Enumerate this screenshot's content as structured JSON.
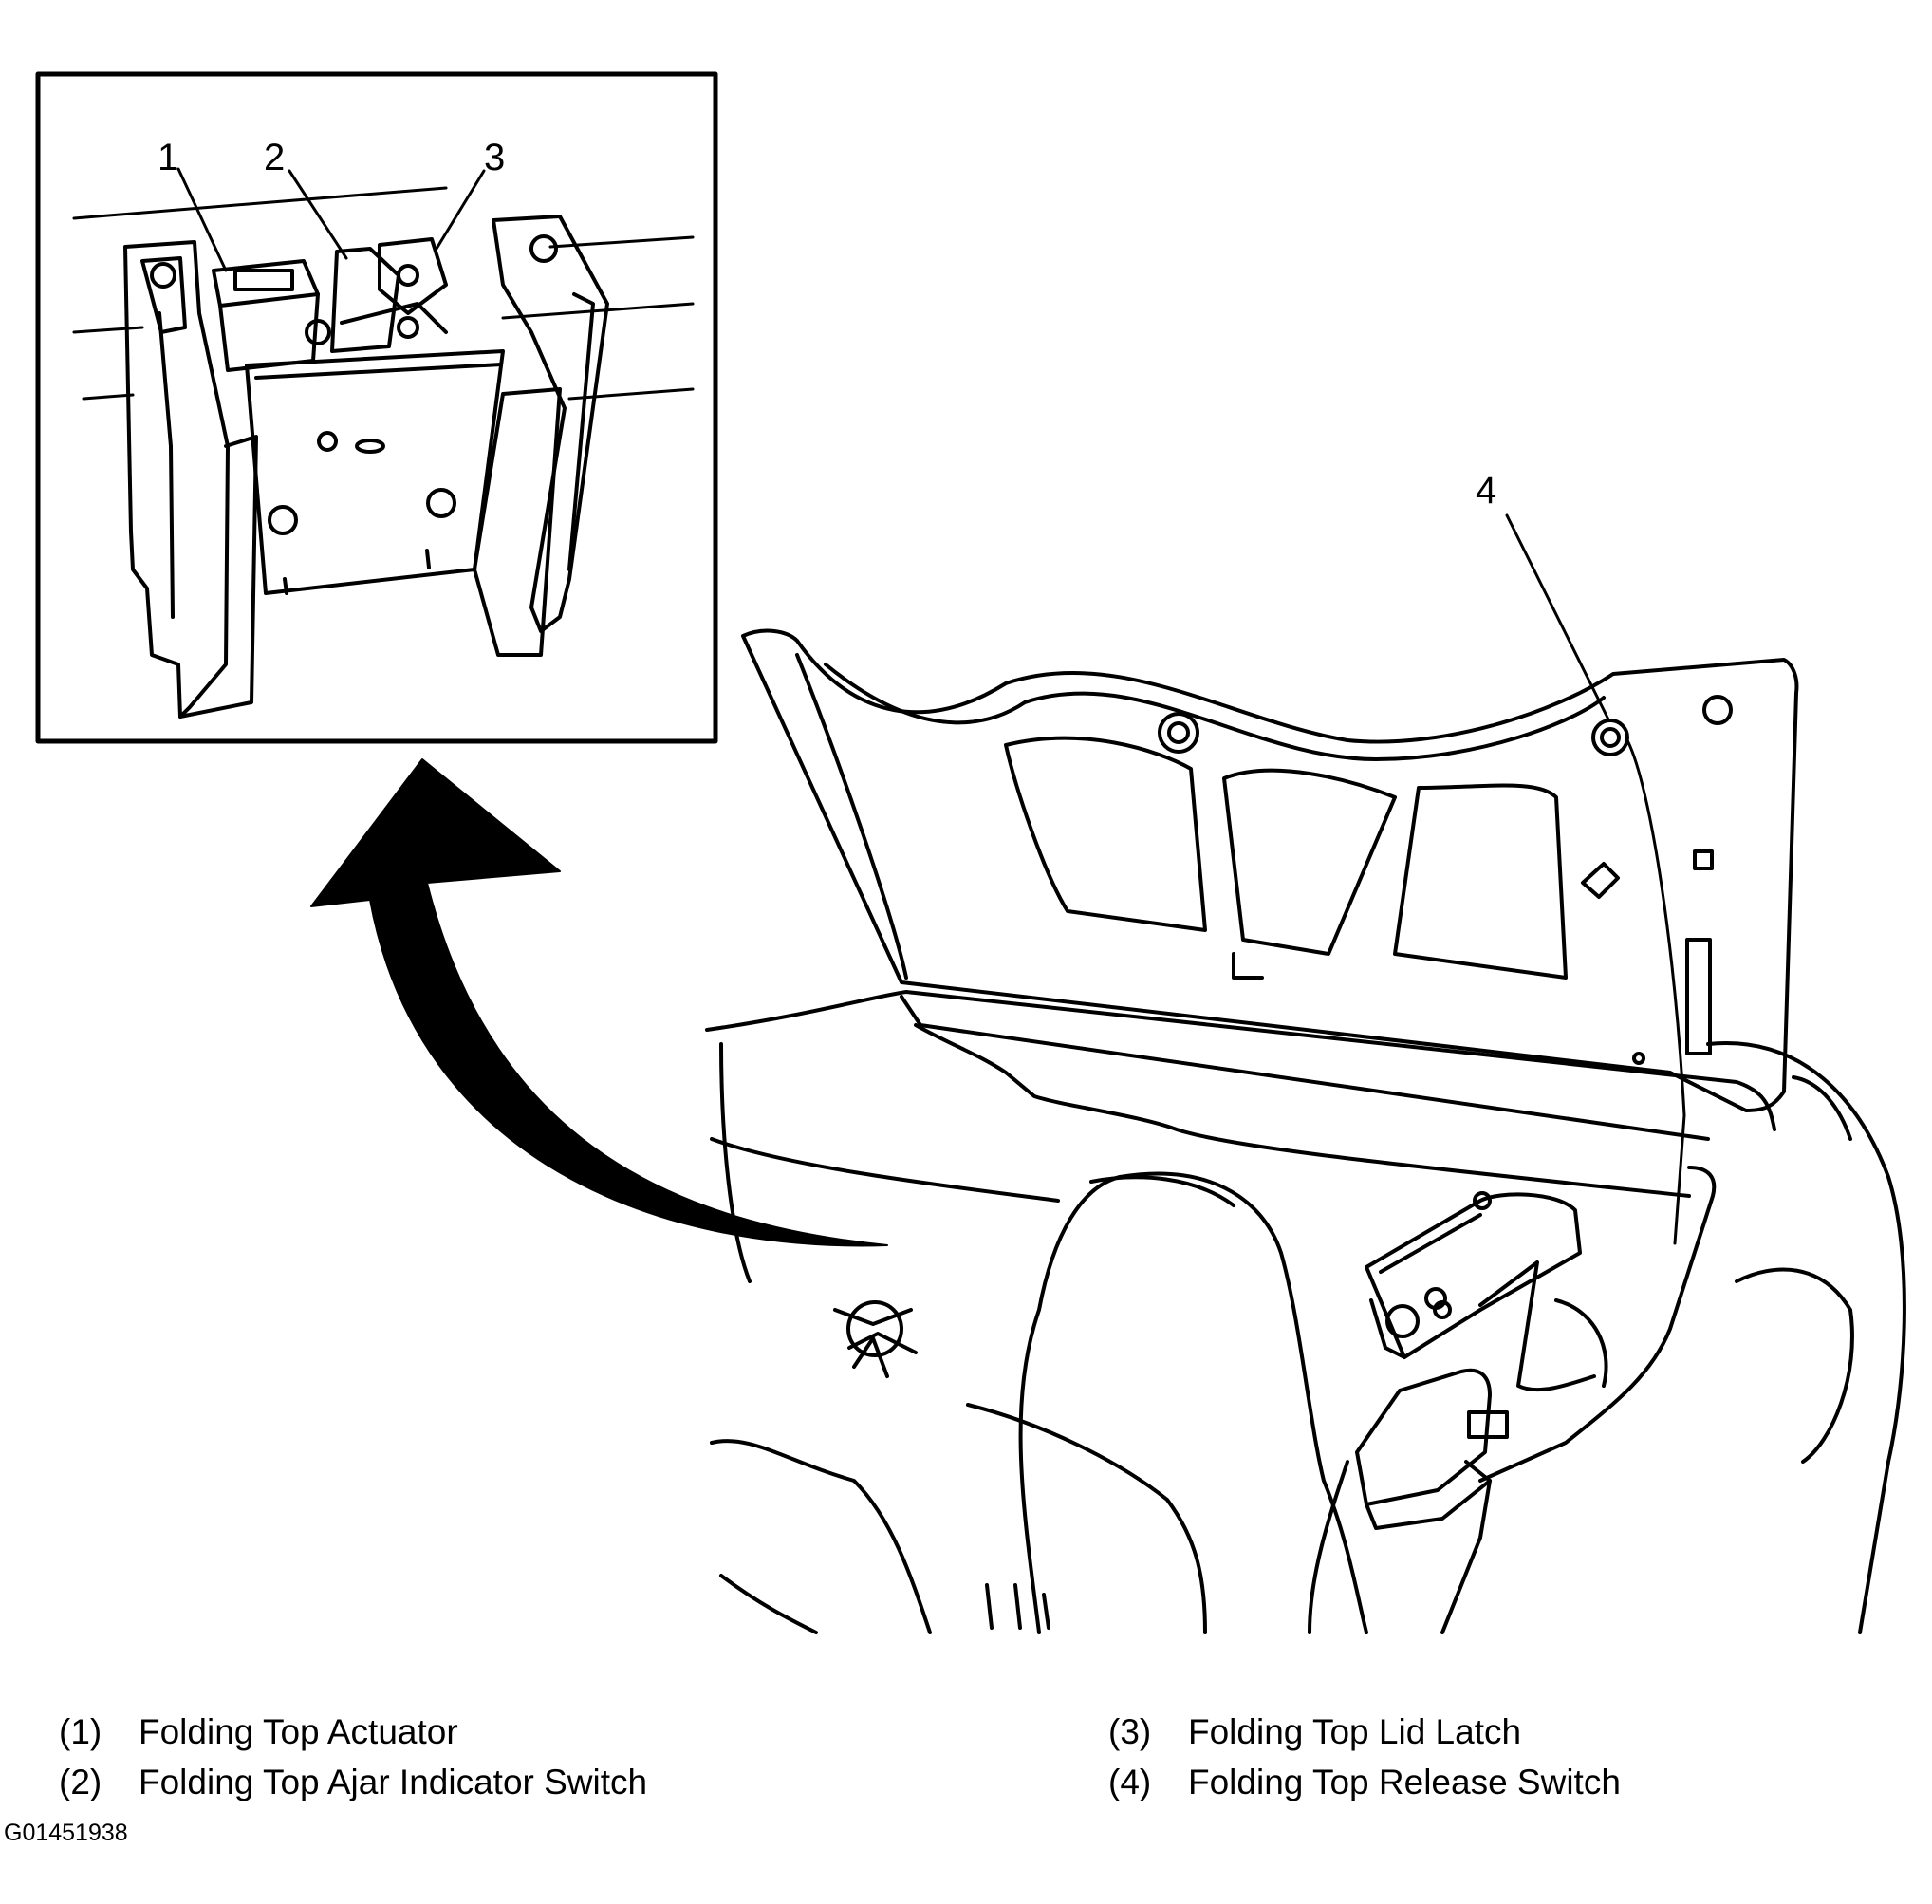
{
  "callouts": [
    "1",
    "2",
    "3",
    "4"
  ],
  "legend": [
    {
      "index": "(1)",
      "label": "Folding Top Actuator"
    },
    {
      "index": "(2)",
      "label": "Folding Top Ajar Indicator Switch"
    },
    {
      "index": "(3)",
      "label": "Folding Top Lid Latch"
    },
    {
      "index": "(4)",
      "label": "Folding Top Release Switch"
    }
  ],
  "figure_id": "G01451938"
}
